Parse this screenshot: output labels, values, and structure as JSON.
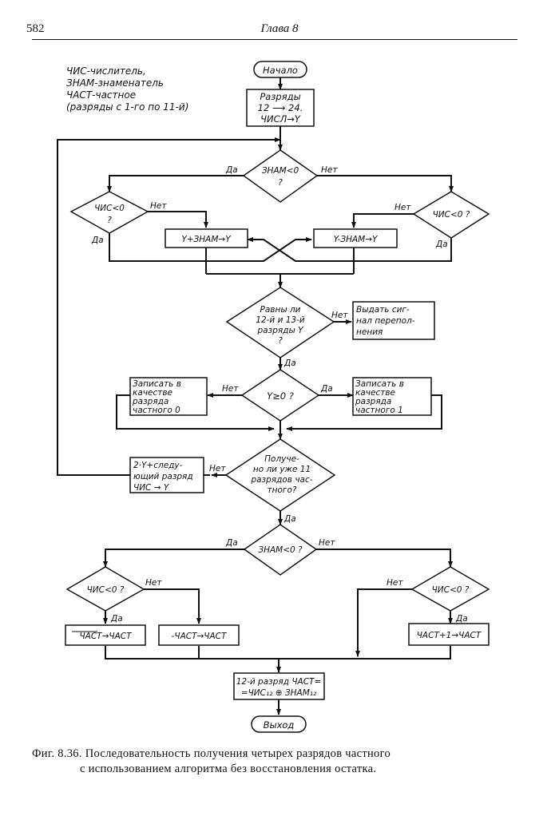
{
  "header": {
    "page_number": "582",
    "chapter": "Глава 8"
  },
  "legend": [
    "ЧИС-числитель,",
    "ЗНАМ-знаменатель",
    "ЧАСТ-частное",
    "(разряды с 1-го по 11-й)"
  ],
  "nodes": {
    "start": "Начало",
    "init": [
      "Разряды",
      "12 ⟶ 24.",
      "ЧИСЛ→Y"
    ],
    "d_znam1": [
      "ЗНАМ<0",
      "?"
    ],
    "d_chis_left1": [
      "ЧИС<0",
      "?"
    ],
    "d_chis_right1": "ЧИС<0 ?",
    "add": "Y+ЗНАМ→Y",
    "sub": "Y-ЗНАМ→Y",
    "d_overflow": [
      "Равны ли",
      "12-й и 13-й",
      "разряды Y",
      "?"
    ],
    "overflow_box": [
      "Выдать сиг-",
      "нал перепол-",
      "нения"
    ],
    "d_ypos": "Y≥0 ?",
    "write0": [
      "Записать в",
      "качестве",
      "разряда",
      "частного 0"
    ],
    "write1": [
      "Записать в",
      "качестве",
      "разряда",
      "частного 1"
    ],
    "d_done": [
      "Получе-",
      "но ли уже 11",
      "разрядов час-",
      "тного?"
    ],
    "shift": [
      "2·Y+следу-",
      "ющий разряд",
      "ЧИС → Y"
    ],
    "d_znam2": "ЗНАМ<0 ?",
    "d_chis_left2": "ЧИС<0 ?",
    "d_chis_right2": "ЧИС<0 ?",
    "inv": "ЧАСТ→ЧАСТ",
    "neg": "-ЧАСТ→ЧАСТ",
    "inc": "ЧАСТ+1→ЧАСТ",
    "bit12": [
      "12-й разряд ЧАСТ=",
      "=ЧИС₁₂ ⊕ ЗНАМ₁₂"
    ],
    "exit": "Выход"
  },
  "labels": {
    "yes": "Да",
    "no": "Нет"
  },
  "caption": {
    "line1": "Фиг. 8.36. Последовательность получения четырех разрядов частного",
    "line2": "с использованием алгоритма без восстановления остатка."
  }
}
